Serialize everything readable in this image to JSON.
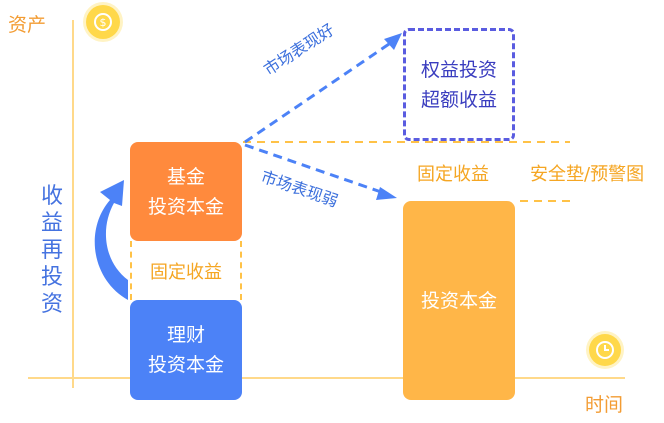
{
  "axes": {
    "y_label": "资产",
    "x_label": "时间"
  },
  "left": {
    "fund_line1": "基金",
    "fund_line2": "投资本金",
    "fixed_income": "固定收益",
    "wealth_line1": "理财",
    "wealth_line2": "投资本金",
    "reinvest": [
      "收",
      "益",
      "再",
      "投",
      "资"
    ]
  },
  "right": {
    "excess_line1": "权益投资",
    "excess_line2": "超额收益",
    "fixed_income": "固定收益",
    "safety_cushion": "安全垫/预警图",
    "principal": "投资本金"
  },
  "arrows": {
    "good": "市场表现好",
    "weak": "市场表现弱"
  },
  "colors": {
    "orange": "#ff8a3d",
    "blue": "#4c82f7",
    "amber": "#ffb648",
    "purple": "#5a5ce0",
    "dashed_amber": "#ffc247"
  }
}
